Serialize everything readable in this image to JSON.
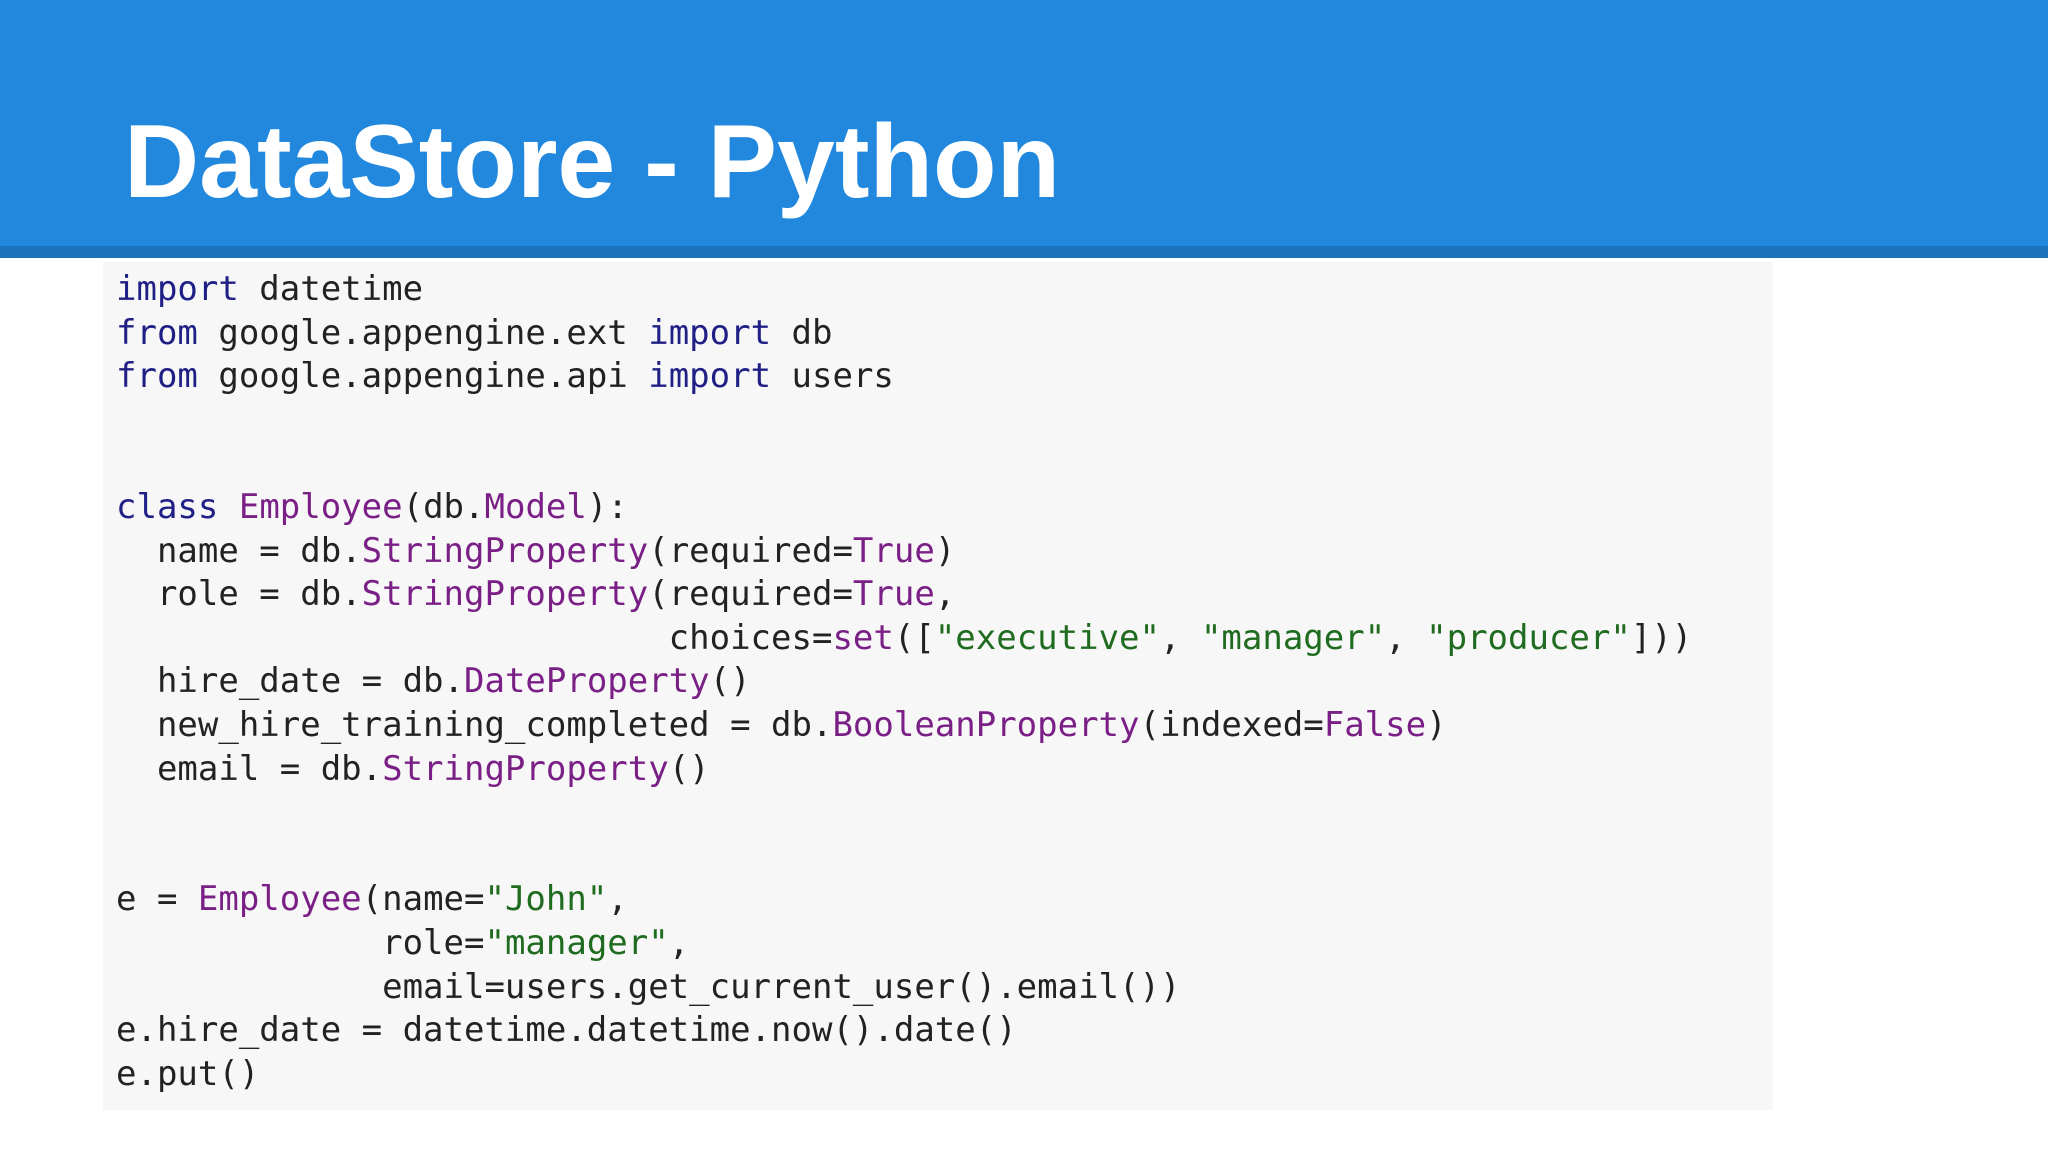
{
  "slide": {
    "title": "DataStore - Python"
  },
  "code": {
    "lines": [
      [
        {
          "t": "import",
          "c": "kw"
        },
        {
          "t": " datetime",
          "c": "tx"
        }
      ],
      [
        {
          "t": "from",
          "c": "kw"
        },
        {
          "t": " google.appengine.ext ",
          "c": "tx"
        },
        {
          "t": "import",
          "c": "kw"
        },
        {
          "t": " db",
          "c": "tx"
        }
      ],
      [
        {
          "t": "from",
          "c": "kw"
        },
        {
          "t": " google.appengine.api ",
          "c": "tx"
        },
        {
          "t": "import",
          "c": "kw"
        },
        {
          "t": " users",
          "c": "tx"
        }
      ],
      [],
      [],
      [
        {
          "t": "class",
          "c": "kw"
        },
        {
          "t": " ",
          "c": "tx"
        },
        {
          "t": "Employee",
          "c": "fn"
        },
        {
          "t": "(db.",
          "c": "tx"
        },
        {
          "t": "Model",
          "c": "fn"
        },
        {
          "t": "):",
          "c": "tx"
        }
      ],
      [
        {
          "t": "  name = db.",
          "c": "tx"
        },
        {
          "t": "StringProperty",
          "c": "fn"
        },
        {
          "t": "(required=",
          "c": "tx"
        },
        {
          "t": "True",
          "c": "fn"
        },
        {
          "t": ")",
          "c": "tx"
        }
      ],
      [
        {
          "t": "  role = db.",
          "c": "tx"
        },
        {
          "t": "StringProperty",
          "c": "fn"
        },
        {
          "t": "(required=",
          "c": "tx"
        },
        {
          "t": "True",
          "c": "fn"
        },
        {
          "t": ",",
          "c": "tx"
        }
      ],
      [
        {
          "t": "                           choices=",
          "c": "tx"
        },
        {
          "t": "set",
          "c": "fn"
        },
        {
          "t": "([",
          "c": "tx"
        },
        {
          "t": "\"executive\"",
          "c": "st"
        },
        {
          "t": ", ",
          "c": "tx"
        },
        {
          "t": "\"manager\"",
          "c": "st"
        },
        {
          "t": ", ",
          "c": "tx"
        },
        {
          "t": "\"producer\"",
          "c": "st"
        },
        {
          "t": "]))",
          "c": "tx"
        }
      ],
      [
        {
          "t": "  hire_date = db.",
          "c": "tx"
        },
        {
          "t": "DateProperty",
          "c": "fn"
        },
        {
          "t": "()",
          "c": "tx"
        }
      ],
      [
        {
          "t": "  new_hire_training_completed = db.",
          "c": "tx"
        },
        {
          "t": "BooleanProperty",
          "c": "fn"
        },
        {
          "t": "(indexed=",
          "c": "tx"
        },
        {
          "t": "False",
          "c": "fn"
        },
        {
          "t": ")",
          "c": "tx"
        }
      ],
      [
        {
          "t": "  email = db.",
          "c": "tx"
        },
        {
          "t": "StringProperty",
          "c": "fn"
        },
        {
          "t": "()",
          "c": "tx"
        }
      ],
      [],
      [],
      [
        {
          "t": "e = ",
          "c": "tx"
        },
        {
          "t": "Employee",
          "c": "fn"
        },
        {
          "t": "(name=",
          "c": "tx"
        },
        {
          "t": "\"John\"",
          "c": "st"
        },
        {
          "t": ",",
          "c": "tx"
        }
      ],
      [
        {
          "t": "             role=",
          "c": "tx"
        },
        {
          "t": "\"manager\"",
          "c": "st"
        },
        {
          "t": ",",
          "c": "tx"
        }
      ],
      [
        {
          "t": "             email=users.get_current_user().email())",
          "c": "tx"
        }
      ],
      [
        {
          "t": "e.hire_date = datetime.datetime.now().date()",
          "c": "tx"
        }
      ],
      [
        {
          "t": "e.put()",
          "c": "tx"
        }
      ]
    ]
  }
}
